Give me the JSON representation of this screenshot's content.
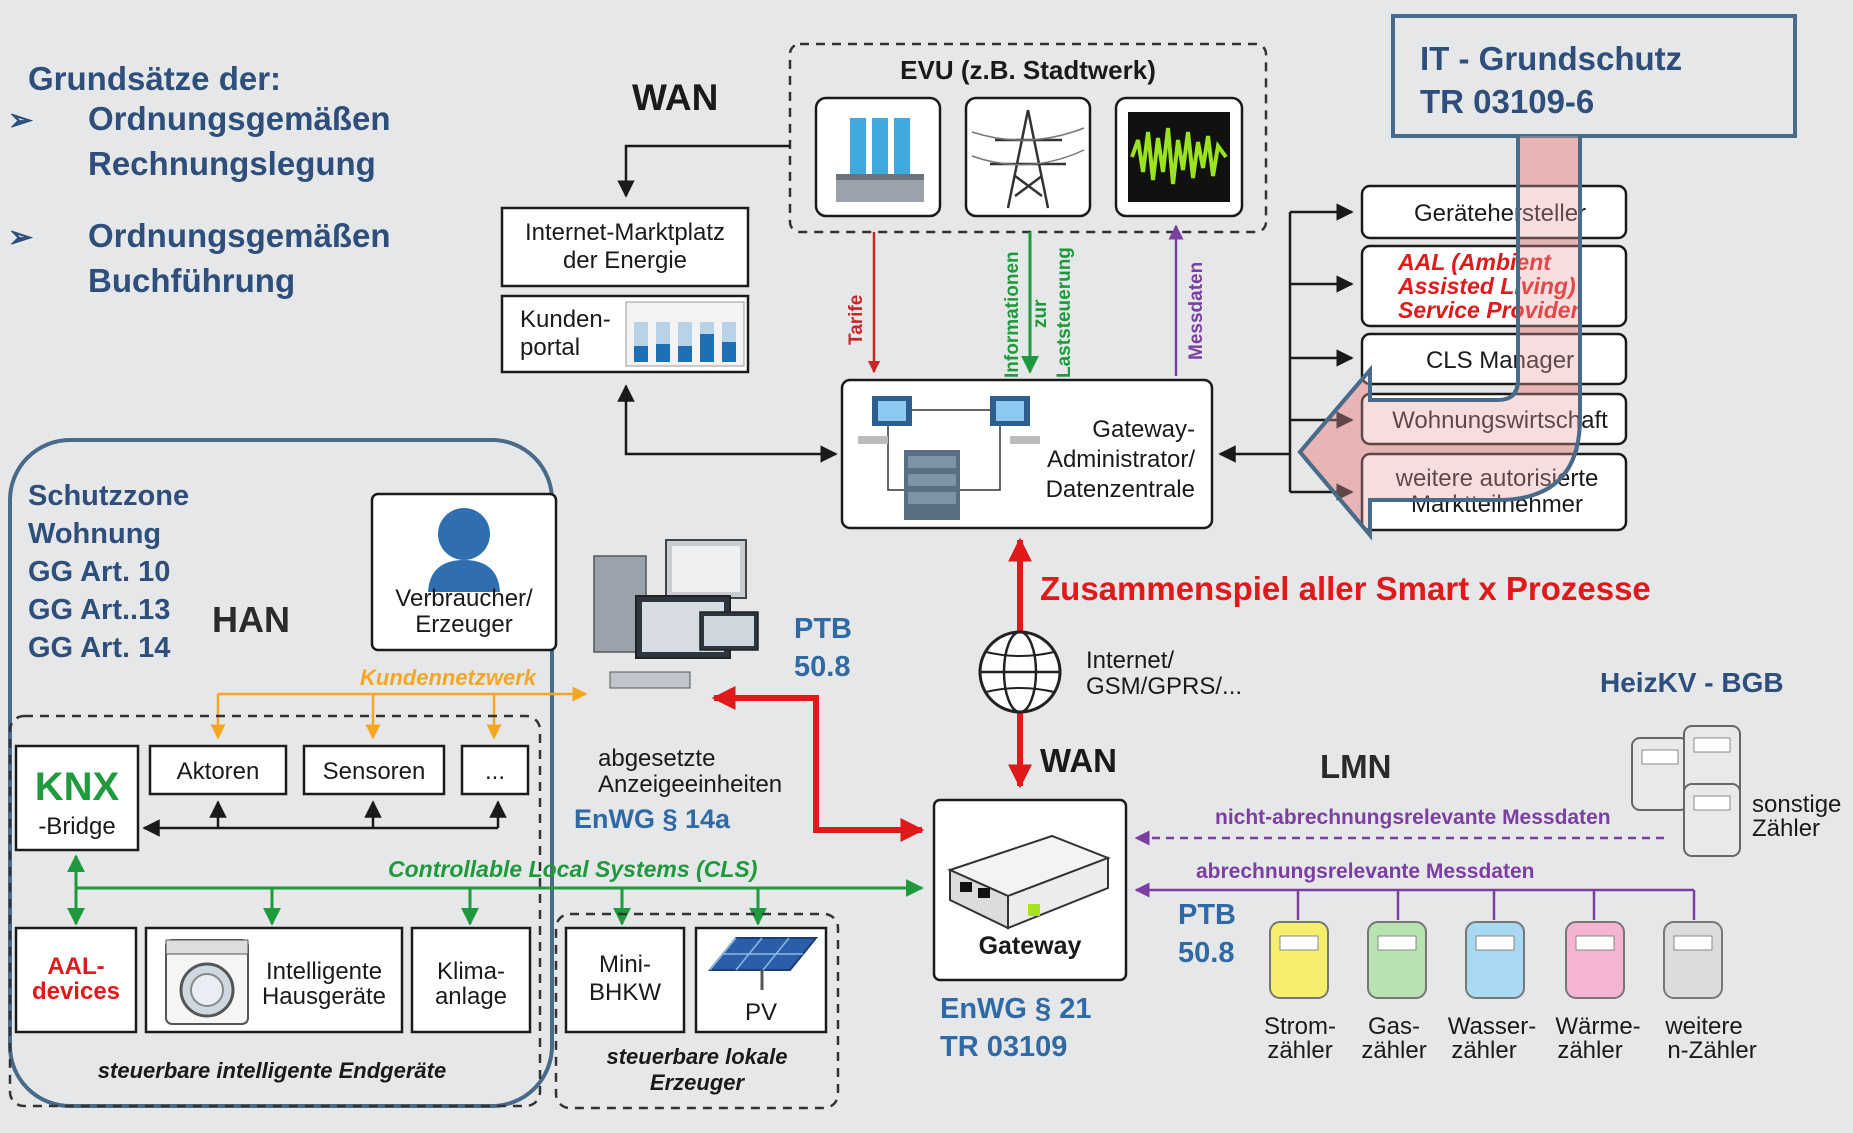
{
  "heading": {
    "title": "Grundsätze der:",
    "bullet_glyph": "➢",
    "bullets": [
      "Ordnungsgemäßen",
      "Rechnungslegung",
      "Ordnungsgemäßen",
      "Buchführung"
    ]
  },
  "it_box": {
    "line1": "IT - Grundschutz",
    "line2": "TR 03109-6"
  },
  "wan_top": "WAN",
  "evu": {
    "title": "EVU (z.B. Stadtwerk)"
  },
  "market": {
    "line1": "Internet-Marktplatz",
    "line2": "der Energie"
  },
  "portal": {
    "line1": "Kunden-",
    "line2": "portal"
  },
  "flows": {
    "tarife": "Tarife",
    "info1": "Informationen",
    "info2": "zur",
    "info3": "Laststeuerung",
    "mess": "Messdaten"
  },
  "gwa": {
    "line1": "Gateway-",
    "line2": "Administrator/",
    "line3": "Datenzentrale"
  },
  "participants": {
    "hersteller": "Gerätehersteller",
    "aal1": "AAL (Ambient",
    "aal2": "Assisted Living)",
    "aal3": "Service Provider",
    "cls": "CLS Manager",
    "wohnung": "Wohnungswirtschaft",
    "weitere1": "weitere autorisierte",
    "weitere2": "Marktteilnehmer"
  },
  "zusammenspiel": "Zusammenspiel aller Smart x Prozesse",
  "internet": {
    "line1": "Internet/",
    "line2": "GSM/GPRS/..."
  },
  "schutzzone": {
    "l1": "Schutzzone",
    "l2": "Wohnung",
    "l3": "GG Art. 10",
    "l4": "GG Art..13",
    "l5": "GG Art. 14"
  },
  "han": "HAN",
  "verbraucher": {
    "line1": "Verbraucher/",
    "line2": "Erzeuger"
  },
  "kundennetzwerk": "Kundennetzwerk",
  "ptb_top": {
    "line1": "PTB",
    "line2": "50.8"
  },
  "devices": {
    "aktoren": "Aktoren",
    "sensoren": "Sensoren",
    "dots": "...",
    "knx1": "KNX",
    "knx2": "-Bridge"
  },
  "anzeige": {
    "line1": "abgesetzte",
    "line2": "Anzeigeeinheiten"
  },
  "enwg14": "EnWG § 14a",
  "wan_mid": "WAN",
  "lmn": "LMN",
  "heizkv": "HeizKV - BGB",
  "sonstige": {
    "line1": "sonstige",
    "line2": "Zähler"
  },
  "nicht_abr": "nicht-abrechnungsrelevante Messdaten",
  "abr": "abrechnungsrelevante Messdaten",
  "cls_line": "Controllable Local Systems (CLS)",
  "gateway": "Gateway",
  "ptb_bottom": {
    "line1": "PTB",
    "line2": "50.8"
  },
  "enwg21": {
    "line1": "EnWG § 21",
    "line2": "TR 03109"
  },
  "endgeraete": {
    "aal1": "AAL-",
    "aal2": "devices",
    "haus1": "Intelligente",
    "haus2": "Hausgeräte",
    "klima1": "Klima-",
    "klima2": "anlage",
    "caption": "steuerbare intelligente Endgeräte"
  },
  "erzeuger": {
    "bhkw1": "Mini-",
    "bhkw2": "BHKW",
    "pv": "PV",
    "cap1": "steuerbare lokale",
    "cap2": "Erzeuger"
  },
  "meters": {
    "l1": [
      "Strom-",
      "Gas-",
      "Wasser-",
      "Wärme-",
      "weitere"
    ],
    "l2": [
      "zähler",
      "zähler",
      "zähler",
      "zähler",
      "n-Zähler"
    ]
  },
  "colors": {
    "blue_text": "#2e4e7c",
    "red": "#e0191b",
    "green": "#1e9a3c",
    "orange": "#f5a623",
    "purple": "#7a3fa0",
    "meter_strom": "#f6ef6e",
    "meter_gas": "#b6e3b0",
    "meter_wasser": "#a9d8f3",
    "meter_waerme": "#f4b4d2",
    "meter_weitere": "#dcdcdc"
  }
}
